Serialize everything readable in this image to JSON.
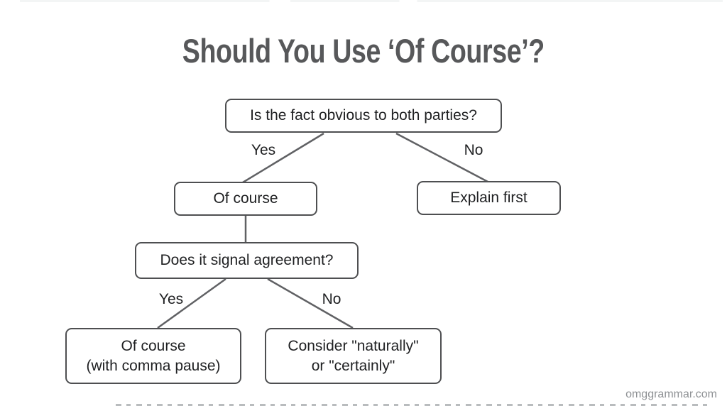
{
  "title": "Should You Use ‘Of Course’?",
  "watermark": "omggrammar.com",
  "colors": {
    "background": "#ffffff",
    "title_text": "#57585a",
    "box_border": "#4e4f51",
    "box_fill": "#ffffff",
    "box_text": "#1f2022",
    "connector_line": "#606164",
    "watermark_text": "#8e9194"
  },
  "flowchart": {
    "nodes": [
      {
        "id": "root-question",
        "lines": [
          "Is the fact obvious to both parties?"
        ]
      },
      {
        "id": "of-course",
        "lines": [
          "Of course"
        ]
      },
      {
        "id": "explain-first",
        "lines": [
          "Explain first"
        ]
      },
      {
        "id": "agreement-question",
        "lines": [
          "Does it signal agreement?"
        ]
      },
      {
        "id": "of-course-comma",
        "lines": [
          "Of course",
          "(with comma pause)"
        ]
      },
      {
        "id": "consider-alternatives",
        "lines": [
          "Consider \"naturally\"",
          "or \"certainly\""
        ]
      }
    ],
    "edges": [
      {
        "from": "root-question",
        "to": "of-course",
        "label": "Yes"
      },
      {
        "from": "root-question",
        "to": "explain-first",
        "label": "No"
      },
      {
        "from": "of-course",
        "to": "agreement-question",
        "label": ""
      },
      {
        "from": "agreement-question",
        "to": "of-course-comma",
        "label": "Yes"
      },
      {
        "from": "agreement-question",
        "to": "consider-alternatives",
        "label": "No"
      }
    ]
  }
}
